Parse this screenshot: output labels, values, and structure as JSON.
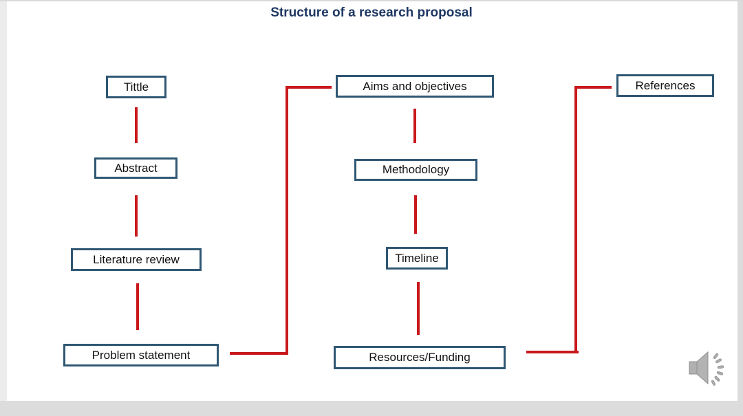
{
  "slide": {
    "title": "Structure of a research proposal"
  },
  "colors": {
    "title_navy": "#1f3864",
    "box_border_blue": "#2f5773",
    "connector_red": "#c9181b",
    "chrome_gray": "#dcdcdc",
    "speaker_gray": "#ababab"
  },
  "diagram": {
    "columns": [
      {
        "name": "left",
        "nodes": [
          {
            "label": "Tittle"
          },
          {
            "label": "Abstract"
          },
          {
            "label": "Literature review"
          },
          {
            "label": "Problem statement"
          }
        ]
      },
      {
        "name": "middle",
        "nodes": [
          {
            "label": "Aims and objectives"
          },
          {
            "label": "Methodology"
          },
          {
            "label": "Timeline"
          },
          {
            "label": "Resources/Funding"
          }
        ]
      },
      {
        "name": "right",
        "nodes": [
          {
            "label": "References"
          }
        ]
      }
    ],
    "edges": [
      "Tittle -> Abstract",
      "Abstract -> Literature review",
      "Literature review -> Problem statement",
      "Problem statement -> Aims and objectives",
      "Aims and objectives -> Methodology",
      "Methodology -> Timeline",
      "Timeline -> Resources/Funding",
      "Resources/Funding -> References"
    ]
  },
  "icons": {
    "audio": "speaker-with-sound-waves"
  }
}
